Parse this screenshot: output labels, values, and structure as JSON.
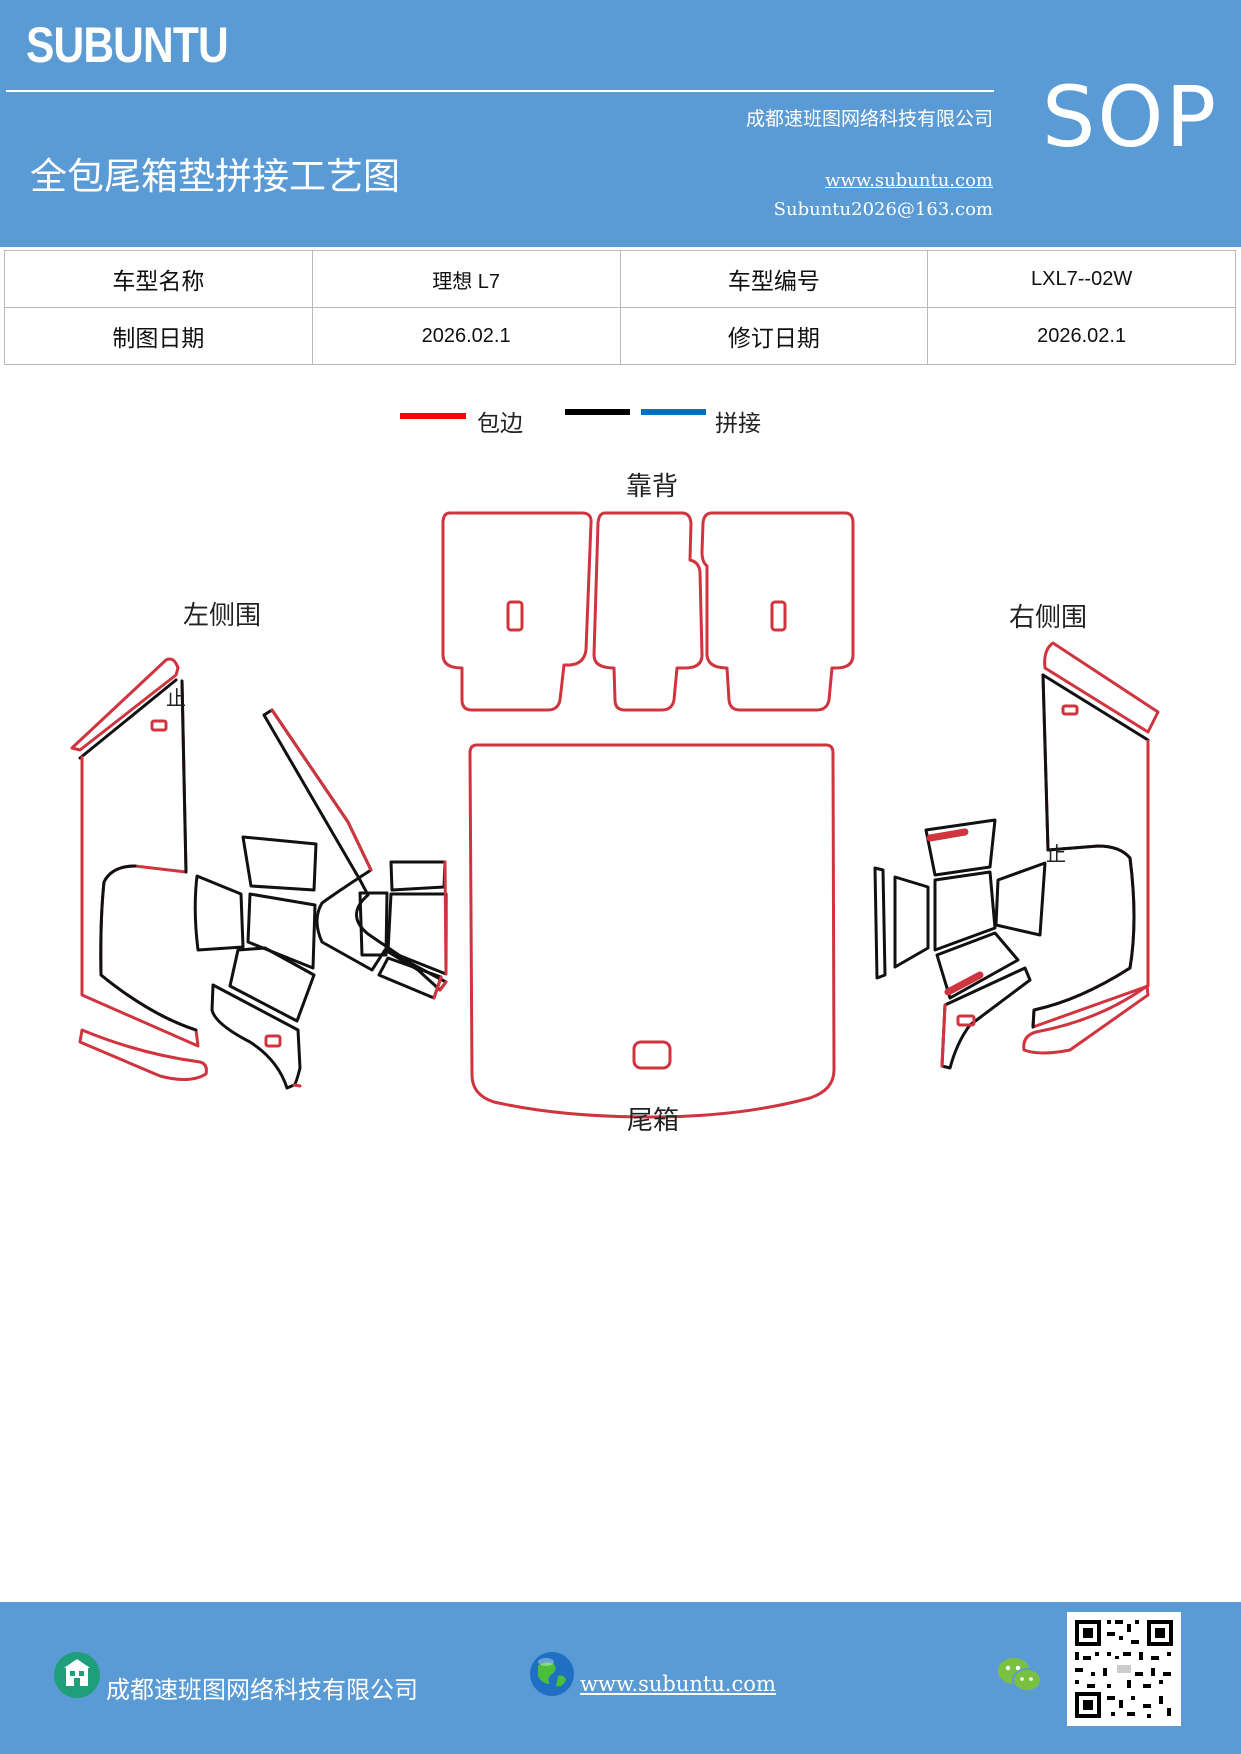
{
  "header": {
    "brand": "SUBUNTU",
    "company": "成都速班图网络科技有限公司",
    "title": "全包尾箱垫拼接工艺图",
    "website": "www.subuntu.com",
    "email": "Subuntu2026@163.com",
    "badge": "SOP"
  },
  "info_table": {
    "rows": [
      [
        {
          "label": "车型名称",
          "value": "理想 L7"
        },
        {
          "label": "车型编号",
          "value": "LXL7--02W"
        }
      ],
      [
        {
          "label": "制图日期",
          "value": "2026.02.1"
        },
        {
          "label": "修订日期",
          "value": "2026.02.1"
        }
      ]
    ]
  },
  "legend": {
    "items": [
      {
        "label": "包边",
        "color": "#ff0000"
      },
      {
        "label": "",
        "color": "#000000"
      },
      {
        "label": "拼接",
        "color": "#0070c0"
      }
    ]
  },
  "diagram": {
    "labels": {
      "backrest": "靠背",
      "left_side": "左侧围",
      "right_side": "右侧围",
      "trunk": "尾箱",
      "mark_left": "止",
      "mark_right": "止"
    },
    "colors": {
      "edge": "#d0343f",
      "seam": "#111111"
    }
  },
  "footer": {
    "company": "成都速班图网络科技有限公司",
    "website": "www.subuntu.com",
    "icons": [
      "building-icon",
      "globe-icon",
      "wechat-icon",
      "qr-code"
    ]
  }
}
